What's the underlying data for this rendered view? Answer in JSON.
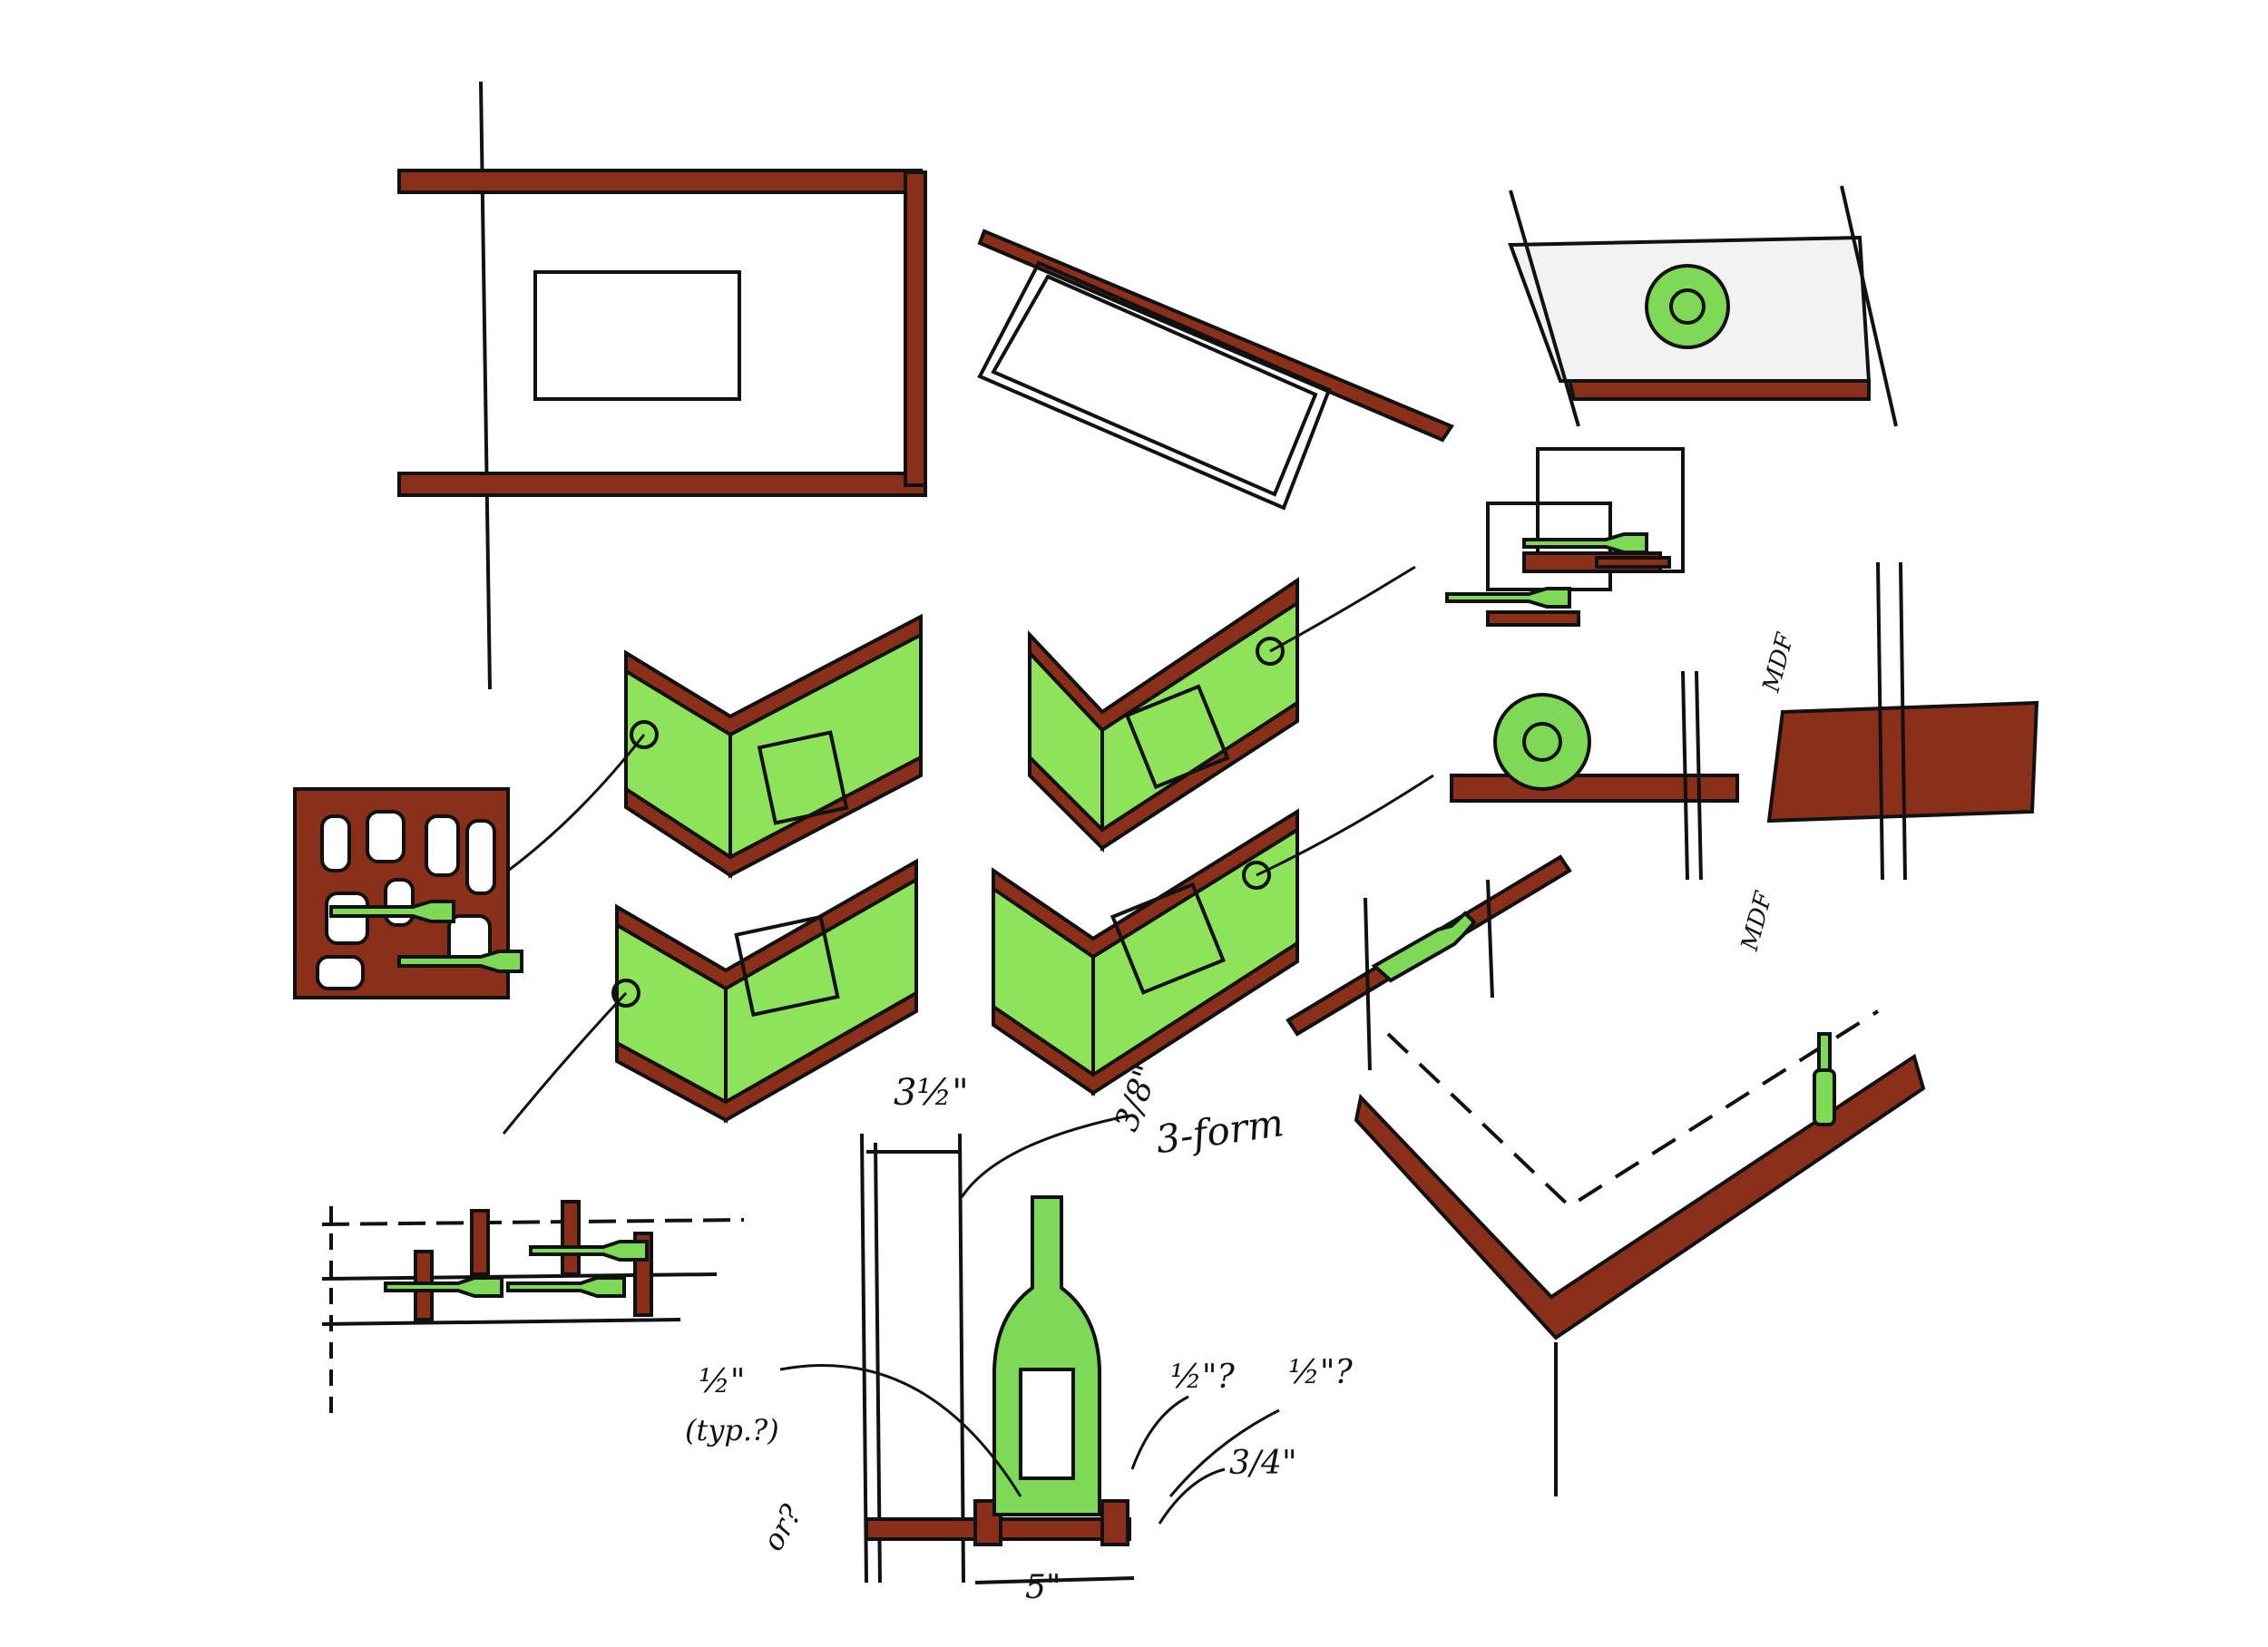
{
  "colors": {
    "paper": "#ffffff",
    "ink": "#111111",
    "walnut": "#8a2f1a",
    "lime": "#8fe35a",
    "bottle": "#7ed957"
  },
  "annotations": {
    "dim_top": "3½\"",
    "dim_three_eighths": "3/8\"",
    "form_note": "3-form",
    "half_typ": "½\"",
    "typ_note": "(typ.?)",
    "half_q1": "½\"?",
    "half_q2": "½\"?",
    "three_quarter": "3/4\"",
    "or_note": "or?",
    "five": "5\"",
    "mdf_top": "MDF",
    "mdf_bottom": "MDF"
  }
}
